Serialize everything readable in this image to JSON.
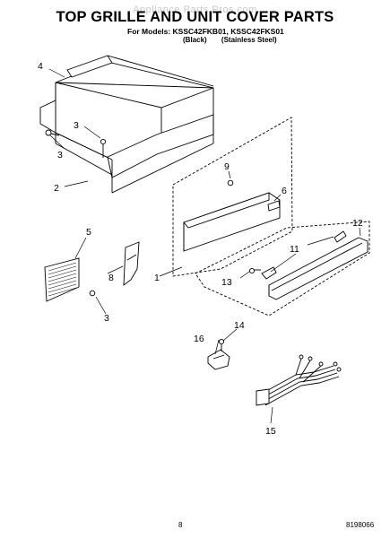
{
  "header": {
    "title": "TOP GRILLE AND UNIT COVER PARTS",
    "watermark": "Appliance Parts Pros.com",
    "models_line": "For Models: KSSC42FKB01, KSSC42FKS01",
    "variant_black": "(Black)",
    "variant_stainless": "(Stainless Steel)"
  },
  "callouts": [
    "1",
    "2",
    "3",
    "3",
    "3",
    "4",
    "5",
    "6",
    "8",
    "9",
    "11",
    "12",
    "13",
    "14",
    "15",
    "16"
  ],
  "footer": {
    "page_number": "8",
    "document_number": "8198066"
  }
}
